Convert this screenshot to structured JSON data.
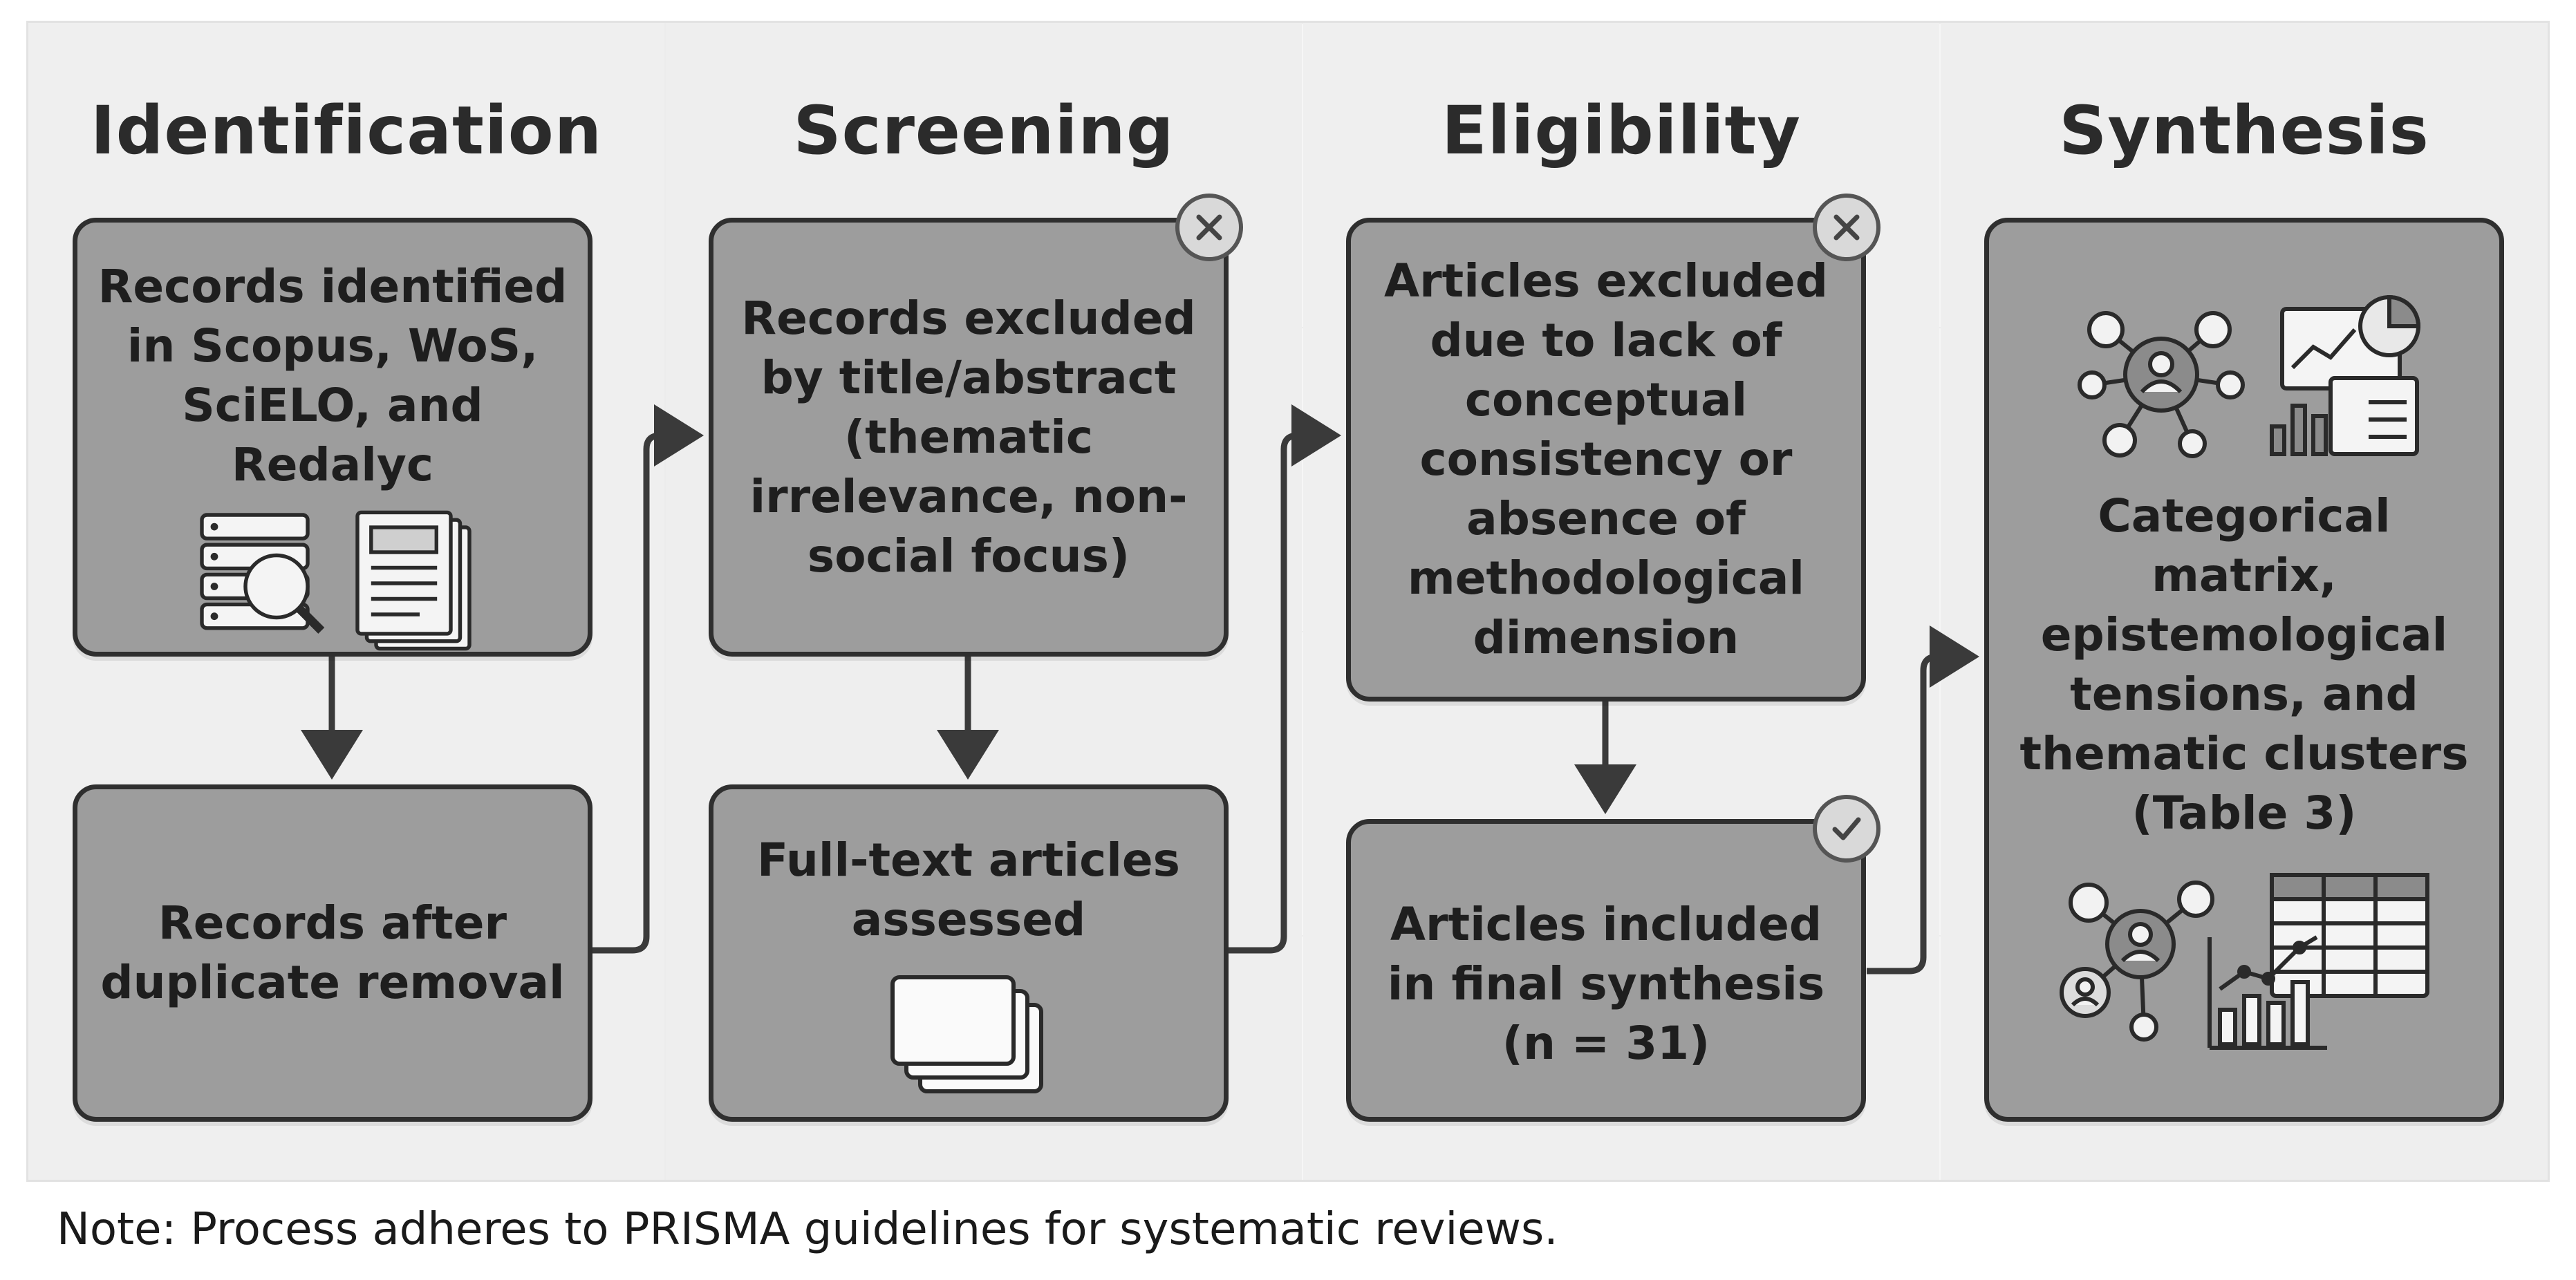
{
  "columns": [
    {
      "heading": "Identification"
    },
    {
      "heading": "Screening"
    },
    {
      "heading": "Eligibility"
    },
    {
      "heading": "Synthesis"
    }
  ],
  "boxes": {
    "records_identified": "Records identified\nin Scopus, WoS,\nSciELO, and Redalyc",
    "records_after_duplicates": "Records after\nduplicate removal",
    "records_excluded": "Records excluded\nby title/abstract\n(thematic\nirrelevance, non-\nsocial focus)",
    "fulltext_assessed": "Full-text articles\nassessed",
    "articles_excluded": "Articles excluded\ndue to lack of\nconceptual\nconsistency or\nabsence of\nmethodological\ndimension",
    "articles_included": "Articles included\nin final synthesis\n(n = 31)",
    "synthesis": "Categorical matrix,\nepistemological\ntensions, and\nthematic clusters\n(Table 3)"
  },
  "badges": {
    "screening_exclude": "close-icon",
    "eligibility_exclude": "close-icon",
    "included": "check-icon"
  },
  "icons": [
    "database-search-icon",
    "documents-icon",
    "pages-stack-icon",
    "network-user-icon",
    "dashboard-charts-icon",
    "network-users-icon",
    "table-bar-chart-icon"
  ],
  "colors": {
    "box_fill": "#9d9d9d",
    "box_border": "#2f2f2f",
    "column_bg": "#eeeeee",
    "heading": "#2b2b2b"
  },
  "note": "Note: Process adheres to PRISMA guidelines for systematic reviews."
}
